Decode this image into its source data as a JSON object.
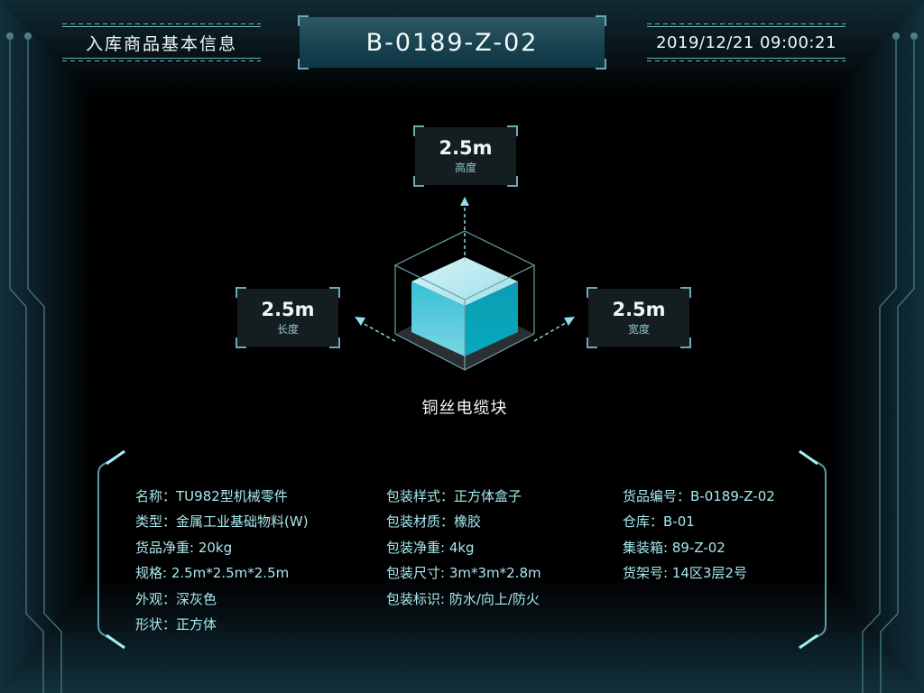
{
  "header": {
    "title": "入库商品基本信息",
    "code": "B-0189-Z-02",
    "datetime": "2019/12/21 09:00:21"
  },
  "product": {
    "name": "铜丝电缆块",
    "dimensions": {
      "height": {
        "value": "2.5m",
        "label": "高度"
      },
      "length": {
        "value": "2.5m",
        "label": "长度"
      },
      "width": {
        "value": "2.5m",
        "label": "宽度"
      }
    }
  },
  "info": {
    "col1": [
      {
        "label": "名称：",
        "value": "TU982型机械零件"
      },
      {
        "label": "类型：",
        "value": "金属工业基础物料(W)"
      },
      {
        "label": "货品净重: ",
        "value": "20kg"
      },
      {
        "label": "规格: ",
        "value": "2.5m*2.5m*2.5m"
      },
      {
        "label": "外观：",
        "value": "深灰色"
      },
      {
        "label": "形状：",
        "value": "正方体"
      }
    ],
    "col2": [
      {
        "label": "包装样式：",
        "value": "正方体盒子"
      },
      {
        "label": "包装材质：",
        "value": "橡胶"
      },
      {
        "label": "包装净重: ",
        "value": "4kg"
      },
      {
        "label": "包装尺寸: ",
        "value": "3m*3m*2.8m"
      },
      {
        "label": "包装标识: ",
        "value": "防水/向上/防火"
      }
    ],
    "col3": [
      {
        "label": "货品编号：",
        "value": "B-0189-Z-02"
      },
      {
        "label": "仓库：",
        "value": "B-01"
      },
      {
        "label": "集装箱: ",
        "value": "89-Z-02"
      },
      {
        "label": "货架号: ",
        "value": "14区3层2号"
      }
    ]
  },
  "colors": {
    "accent": "#6fb3bb",
    "cube_light": "#c9eef3",
    "cube_front": "#3cc3d6",
    "cube_side": "#0aa3b8",
    "text_info": "#a8e8ee"
  }
}
